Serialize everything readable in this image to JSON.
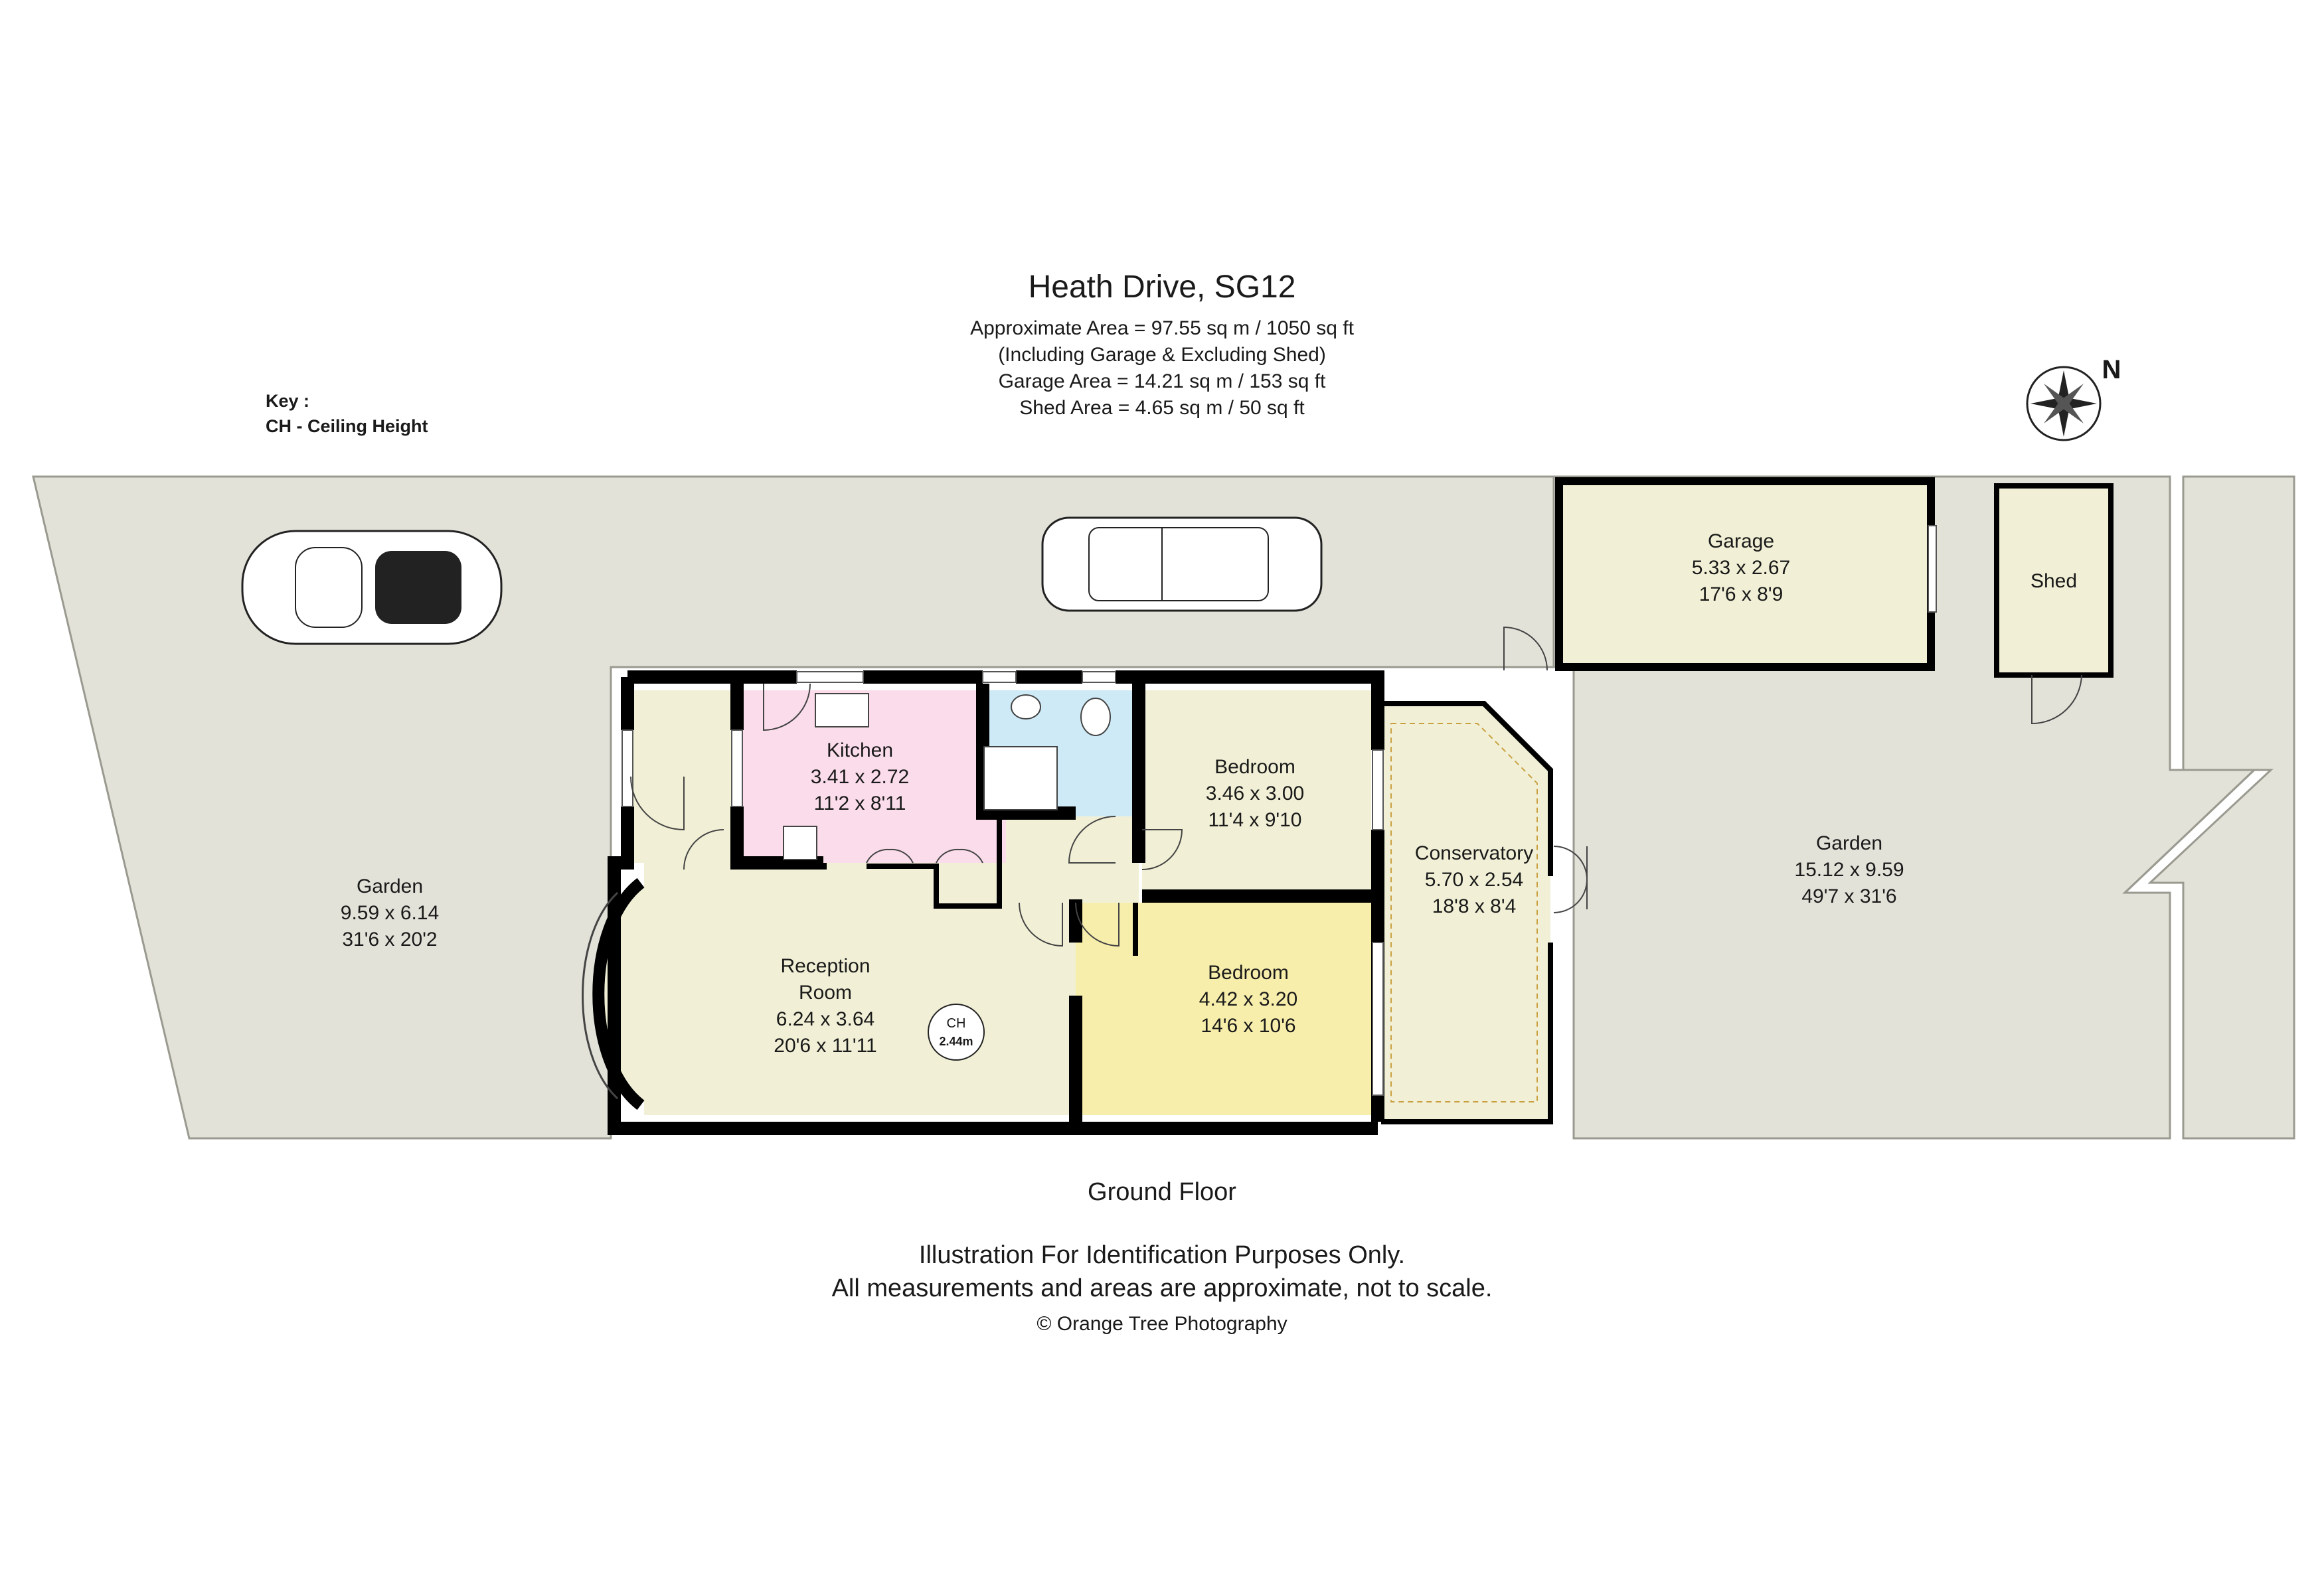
{
  "header": {
    "title": "Heath Drive, SG12",
    "area_line": "Approximate Area =  97.55 sq m / 1050 sq ft",
    "area_note": "(Including Garage & Excluding Shed)",
    "garage_line": "Garage Area =  14.21 sq m / 153 sq ft",
    "shed_line": "Shed Area =  4.65 sq m / 50 sq ft"
  },
  "key": {
    "title": "Key :",
    "item": "CH - Ceiling Height"
  },
  "compass": {
    "label": "N"
  },
  "rooms": {
    "garage": {
      "name": "Garage",
      "metric": "5.33 x 2.67",
      "imperial": "17'6 x 8'9"
    },
    "shed": {
      "name": "Shed"
    },
    "kitchen": {
      "name": "Kitchen",
      "metric": "3.41 x 2.72",
      "imperial": "11'2 x 8'11"
    },
    "bedroom1": {
      "name": "Bedroom",
      "metric": "3.46 x 3.00",
      "imperial": "11'4 x 9'10"
    },
    "bedroom2": {
      "name": "Bedroom",
      "metric": "4.42 x 3.20",
      "imperial": "14'6 x 10'6"
    },
    "conservatory": {
      "name": "Conservatory",
      "metric": "5.70 x 2.54",
      "imperial": "18'8 x 8'4"
    },
    "reception": {
      "name1": "Reception",
      "name2": "Room",
      "metric": "6.24 x 3.64",
      "imperial": "20'6 x 11'11"
    },
    "garden_front": {
      "name": "Garden",
      "metric": "9.59 x 6.14",
      "imperial": "31'6 x 20'2"
    },
    "garden_rear": {
      "name": "Garden",
      "metric": "15.12 x 9.59",
      "imperial": "49'7 x 31'6"
    }
  },
  "ceiling_badge": {
    "label": "CH",
    "value": "2.44m"
  },
  "floor_label": "Ground Floor",
  "footer": {
    "line1": "Illustration For Identification Purposes Only.",
    "line2": "All measurements and areas are approximate, not to scale.",
    "copyright": "© Orange Tree Photography"
  },
  "colors": {
    "garden": "#e3e2d9",
    "room_cream": "#f1f0d6",
    "kitchen": "#fadcea",
    "bathroom": "#cdeaf6",
    "bedroom2": "#f8eeac",
    "wall": "#000000"
  }
}
